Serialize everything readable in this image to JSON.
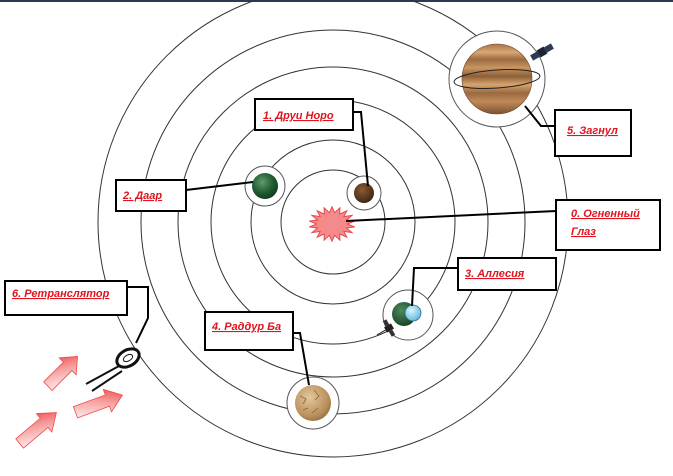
{
  "colors": {
    "label_text": "#e0141e",
    "orbit_line": "#333333",
    "leader": "#000000",
    "sun_fill": "#f58a8a",
    "sun_edge": "#e84a4a",
    "arrow": "#f04848"
  },
  "labels": {
    "sun": "0. Огненный Глаз",
    "planet1": "1. Друи Норо",
    "planet2": "2. Даар",
    "planet3": "3. Аллесия",
    "planet4": "4. Раддур  Ба",
    "planet5": "5. Загнул",
    "relay": "6. Ретранслятор"
  },
  "icons": {
    "sun": "star-burst-icon",
    "satellite": "satellite-icon",
    "relay": "relay-antenna-icon",
    "arrows": "incoming-arrow-icon"
  }
}
